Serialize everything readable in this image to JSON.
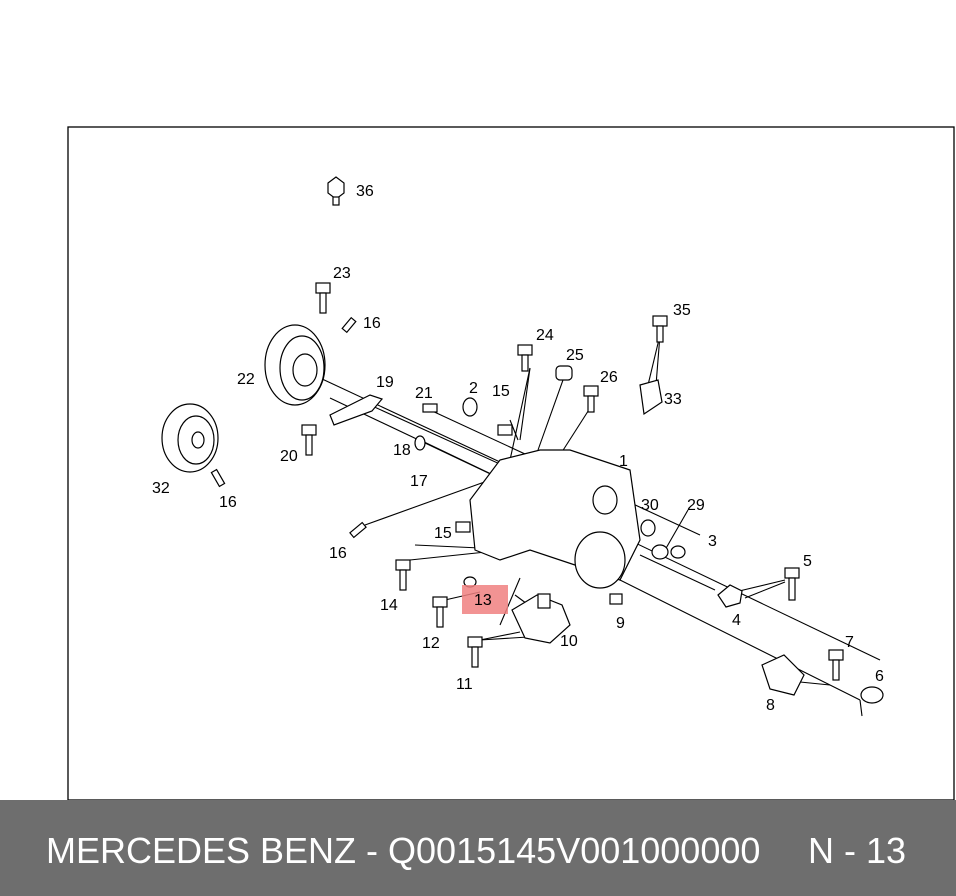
{
  "labels": [
    "1",
    "2",
    "3",
    "4",
    "5",
    "6",
    "7",
    "8",
    "9",
    "10",
    "11",
    "12",
    "13",
    "14",
    "15",
    "15",
    "16",
    "16",
    "16",
    "17",
    "18",
    "19",
    "20",
    "21",
    "22",
    "23",
    "24",
    "25",
    "26",
    "29",
    "30",
    "32",
    "33",
    "35",
    "36"
  ],
  "highlight": {
    "label": "13",
    "color": "#f08080"
  },
  "footer": {
    "brand_text": "MERCEDES BENZ - Q0015145V001000000",
    "position_text": "N - 13",
    "background": "#6e6e6e"
  }
}
